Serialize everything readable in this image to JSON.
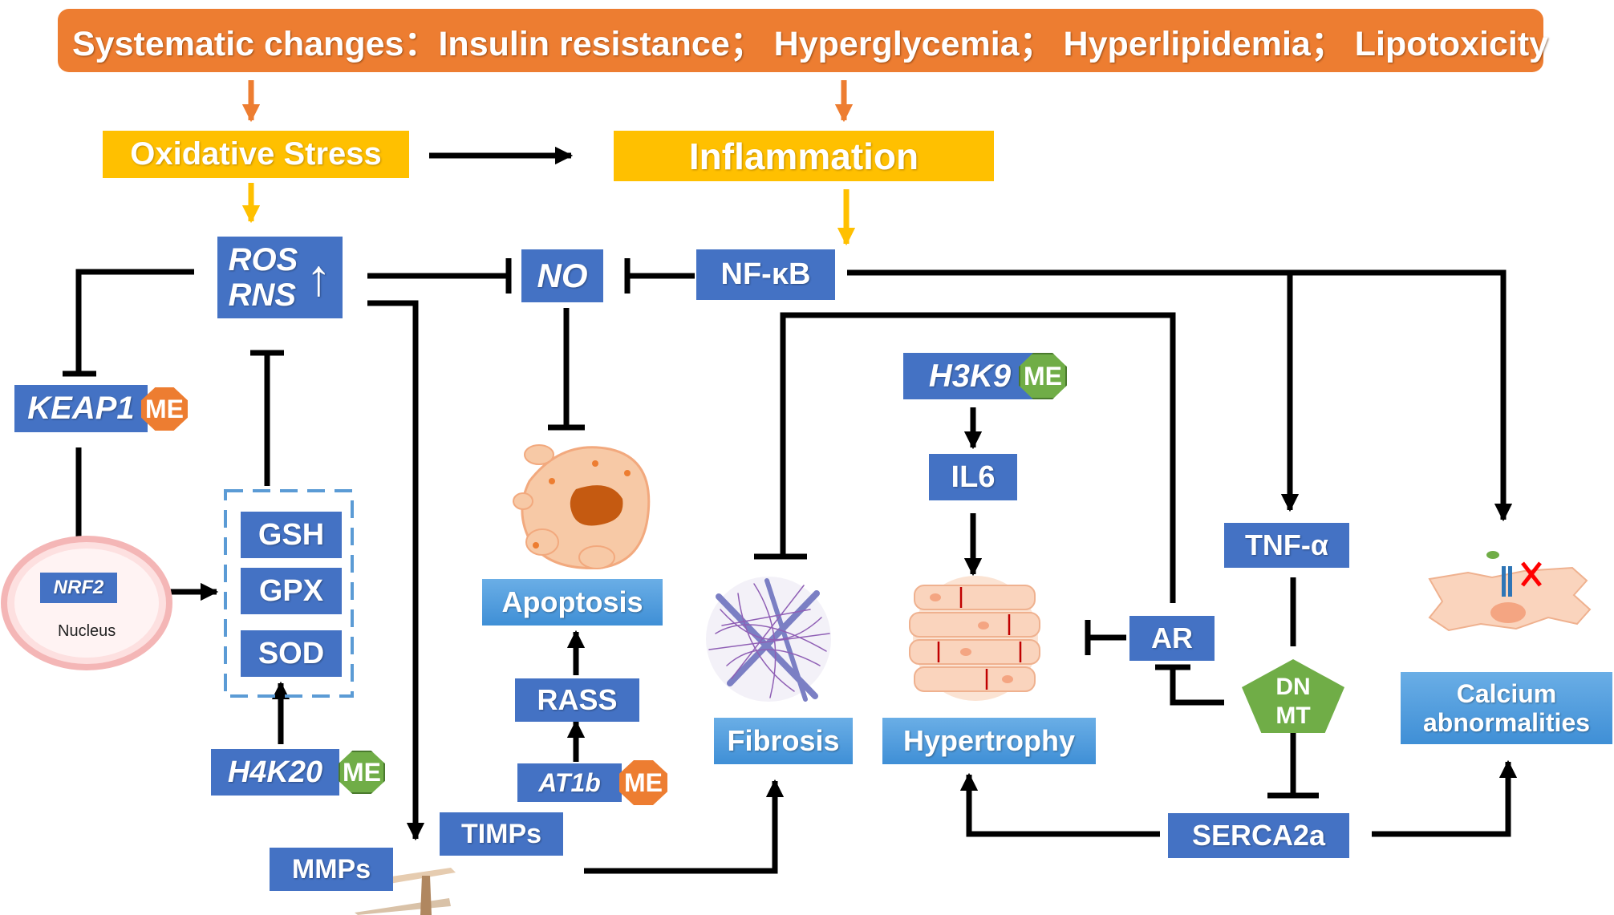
{
  "banner": {
    "text": "Systematic changes：Insulin resistance；  Hyperglycemia；  Hyperlipidemia；  Lipotoxicity"
  },
  "stress": {
    "oxidative": "Oxidative Stress",
    "inflammation": "Inflammation"
  },
  "nodes": {
    "ros": "ROS",
    "rns": "RNS",
    "up_arrow": "↑",
    "no": "NO",
    "nfkb": "NF-κB",
    "keap1": "KEAP1",
    "nrf2": "NRF2",
    "nucleus": "Nucleus",
    "gsh": "GSH",
    "gpx": "GPX",
    "sod": "SOD",
    "h4k20": "H4K20",
    "h3k9": "H3K9",
    "il6": "IL6",
    "rass": "RASS",
    "at1b": "AT1b",
    "ar": "AR",
    "tnfa": "TNF-α",
    "dnmt_line1": "DN",
    "dnmt_line2": "MT",
    "serca": "SERCA2a",
    "timps": "TIMPs",
    "mmps": "MMPs"
  },
  "outcomes": {
    "apoptosis": "Apoptosis",
    "fibrosis": "Fibrosis",
    "hypertrophy": "Hypertrophy",
    "calcium_line1": "Calcium",
    "calcium_line2": "abnormalities"
  },
  "badges": {
    "me": "ME"
  },
  "colors": {
    "banner": "#ed7d31",
    "stress": "#ffc000",
    "node": "#4472c4",
    "outcome": "#5b9bd5",
    "methyl_orange": "#ed7d31",
    "methyl_green": "#70ad47"
  }
}
